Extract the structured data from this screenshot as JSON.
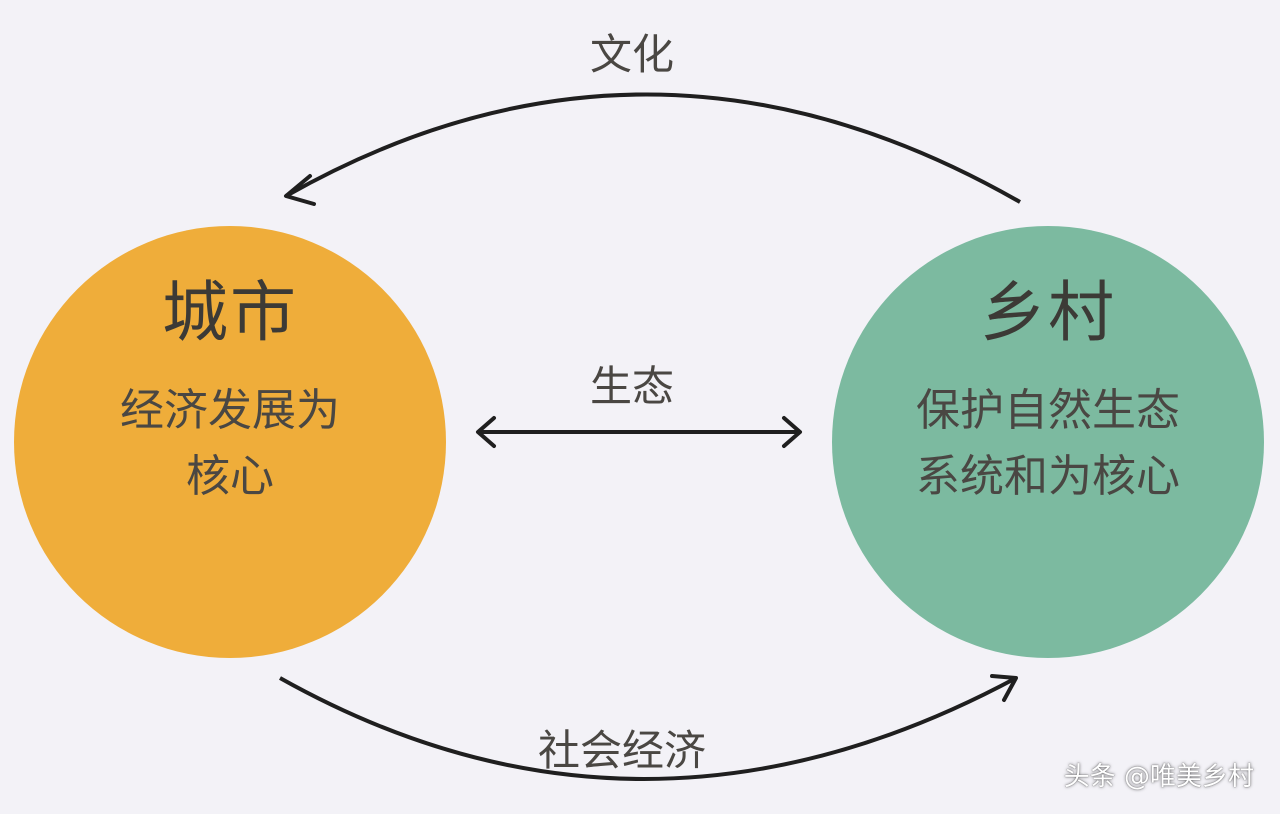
{
  "diagram": {
    "nodes": {
      "city": {
        "title": "城市",
        "description": "经济发展为核心",
        "color": "#efad3a"
      },
      "village": {
        "title": "乡村",
        "description": "保护自然生态系统和为核心",
        "color": "#7cbaa0"
      }
    },
    "edges": {
      "top": {
        "label": "文化",
        "direction": "village-to-city"
      },
      "middle": {
        "label": "生态",
        "direction": "bidirectional"
      },
      "bottom": {
        "label": "社会经济",
        "direction": "city-to-village"
      }
    },
    "arrow_color": "#1f1f1f"
  },
  "watermark": "头条 @唯美乡村"
}
